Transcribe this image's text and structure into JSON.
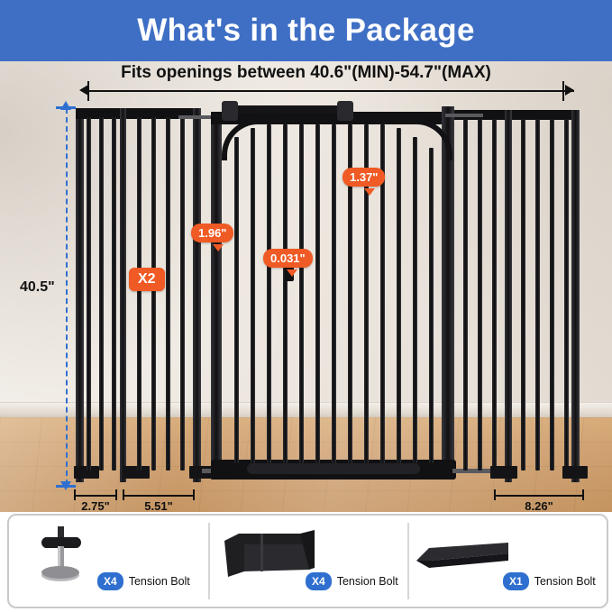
{
  "banner": {
    "title": "What's in the Package"
  },
  "diagram": {
    "fits_label": "Fits openings between 40.6\"(MIN)-54.7\"(MAX)",
    "height_label": "40.5\"",
    "callouts": [
      {
        "name": "panel-count",
        "text": "X2"
      },
      {
        "name": "bar-spacing-top",
        "text": "1.96\""
      },
      {
        "name": "wire-diameter",
        "text": "0.031\""
      },
      {
        "name": "mesh-gap",
        "text": "1.37\""
      }
    ],
    "base_dimensions": [
      {
        "name": "extension-small",
        "text": "2.75\""
      },
      {
        "name": "extension-medium",
        "text": "5.51\""
      },
      {
        "name": "extension-large",
        "text": "8.26\""
      }
    ]
  },
  "parts": [
    {
      "qty": "X4",
      "label": "Tension Bolt",
      "icon": "tension-bolt-icon"
    },
    {
      "qty": "X4",
      "label": "Tension Bolt",
      "icon": "u-channel-icon"
    },
    {
      "qty": "X1",
      "label": "Tension Bolt",
      "icon": "flat-bar-icon"
    }
  ],
  "colors": {
    "banner_blue": "#3f6fc4",
    "accent_orange": "#f05a24",
    "dimension_blue": "#2f6fd0",
    "badge_blue": "#2f6fd0"
  }
}
